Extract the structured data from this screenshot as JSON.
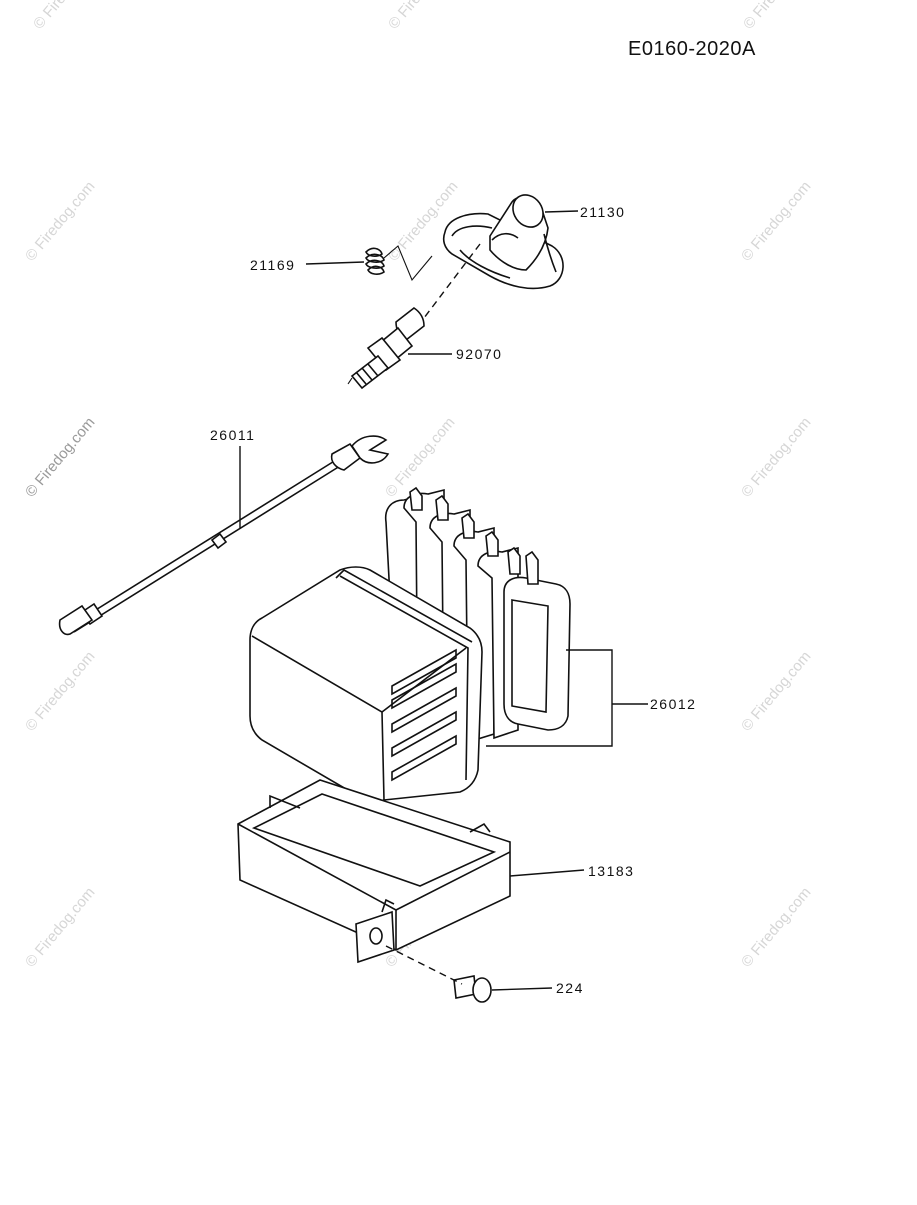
{
  "diagram_code": "E0160-2020A",
  "watermark_text": "© Firedog.com",
  "parts": {
    "cap": "21130",
    "spring": "21169",
    "spark_plug": "92070",
    "lead_wire": "26011",
    "ignition_coil": "26012",
    "bracket": "13183",
    "screw": "224"
  }
}
